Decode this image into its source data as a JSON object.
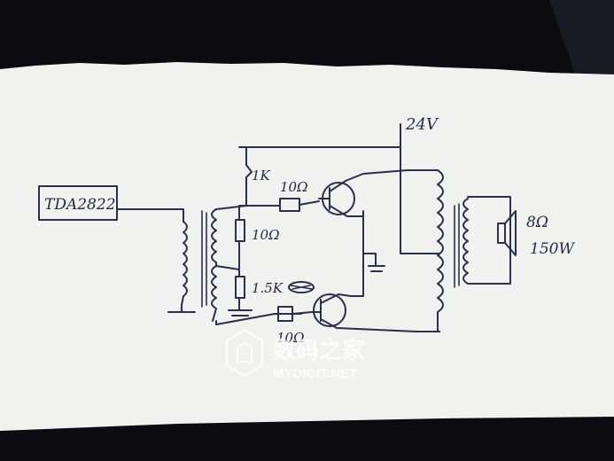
{
  "schematic": {
    "ic_label": "TDA2822",
    "supply_label": "24V",
    "r_1k": "1K",
    "r_10_mid": "10Ω",
    "r_10_top": "10Ω",
    "r_15k": "1.5K",
    "r_10_bottom": "10Ω",
    "speaker_impedance": "8Ω",
    "speaker_power": "150W"
  },
  "watermark": {
    "brand_cn": "数码之家",
    "url": "MYDIGIT.NET"
  },
  "colors": {
    "paper": "#f1f1ef",
    "ink": "#2a2f4a",
    "background": "#0c0c10"
  }
}
